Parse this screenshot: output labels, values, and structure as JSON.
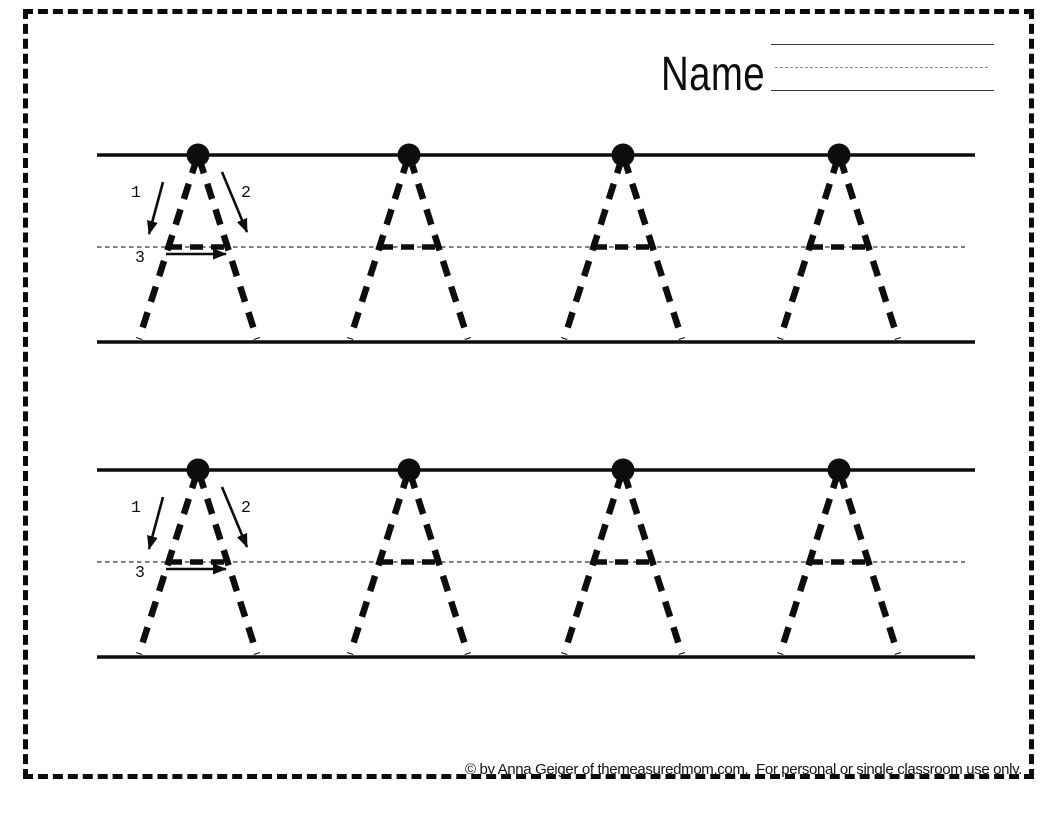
{
  "page": {
    "paper_color": "#ffffff",
    "ink_color": "#0d0d0d"
  },
  "header": {
    "name_label": "Name"
  },
  "worksheet": {
    "trace_letter": "A",
    "rows": [
      {
        "id": "row-1",
        "letter_count": 4,
        "stroke_guides_on_first": true
      },
      {
        "id": "row-2",
        "letter_count": 4,
        "stroke_guides_on_first": true
      }
    ],
    "stroke_order": [
      {
        "label": "1",
        "direction": "down-left"
      },
      {
        "label": "2",
        "direction": "down-right"
      },
      {
        "label": "3",
        "direction": "left-to-right"
      }
    ]
  },
  "footer": {
    "copyright": "© by Anna Geiger of themeasuredmom.com.  For personal or single classroom use only."
  }
}
